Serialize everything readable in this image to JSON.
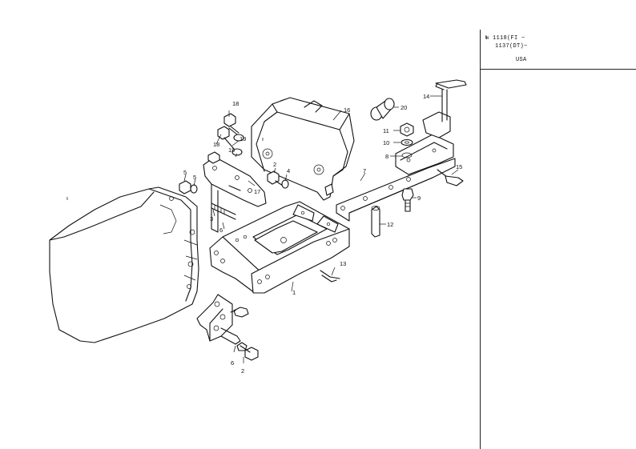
{
  "serial_block": {
    "line1": "№ 1118(FI ~",
    "line2": "1137(DT)~",
    "region": "USA"
  },
  "callouts": [
    {
      "id": "c18",
      "text": "18"
    },
    {
      "id": "c19a",
      "text": "19"
    },
    {
      "id": "c19b",
      "text": "19"
    },
    {
      "id": "c18b",
      "text": "18"
    },
    {
      "id": "c16",
      "text": "16"
    },
    {
      "id": "c20",
      "text": "20"
    },
    {
      "id": "c14",
      "text": "14"
    },
    {
      "id": "c11",
      "text": "11"
    },
    {
      "id": "c10",
      "text": "10"
    },
    {
      "id": "c8",
      "text": "8"
    },
    {
      "id": "c7",
      "text": "7"
    },
    {
      "id": "c15",
      "text": "15"
    },
    {
      "id": "c9",
      "text": "9"
    },
    {
      "id": "c12",
      "text": "12"
    },
    {
      "id": "c2a",
      "text": "2"
    },
    {
      "id": "c4",
      "text": "4"
    },
    {
      "id": "c17",
      "text": "17"
    },
    {
      "id": "c5a",
      "text": "5"
    },
    {
      "id": "c5b",
      "text": "5"
    },
    {
      "id": "c3",
      "text": "3"
    },
    {
      "id": "c6",
      "text": "6"
    },
    {
      "id": "c13",
      "text": "13"
    },
    {
      "id": "c1",
      "text": "1"
    },
    {
      "id": "c6b",
      "text": "6"
    },
    {
      "id": "c2b",
      "text": "2"
    }
  ]
}
